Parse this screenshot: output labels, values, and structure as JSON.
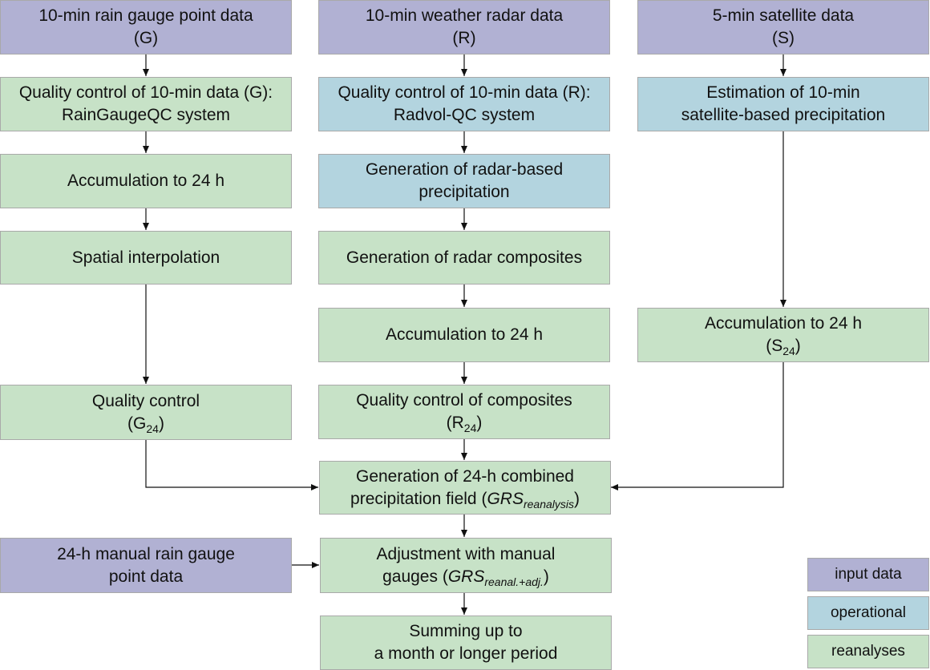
{
  "column_g": {
    "source": [
      "10-min rain gauge point data",
      "(G)"
    ],
    "qc": [
      "Quality control of 10-min data (G):",
      "RainGaugeQC system"
    ],
    "accum": "Accumulation to 24 h",
    "interp": "Spatial interpolation",
    "qc24": "Quality control",
    "qc24_var": "(G",
    "qc24_sub": "24",
    "qc24_close": ")"
  },
  "column_r": {
    "source": [
      "10-min weather radar data",
      "(R)"
    ],
    "qc": [
      "Quality control of 10-min data (R):",
      "Radvol-QC system"
    ],
    "gen_precip": [
      "Generation of radar-based",
      "precipitation"
    ],
    "composites": "Generation of radar composites",
    "accum": "Accumulation to 24 h",
    "qc_comp": "Quality control of composites",
    "qc_comp_var": "(R",
    "qc_comp_sub": "24",
    "qc_comp_close": ")"
  },
  "column_s": {
    "source": [
      "5-min satellite data",
      "(S)"
    ],
    "estimation": [
      "Estimation of 10-min",
      "satellite-based precipitation"
    ],
    "accum": "Accumulation to 24 h",
    "accum_var": "(S",
    "accum_sub": "24",
    "accum_close": ")"
  },
  "combined": {
    "line1": "Generation of 24-h combined",
    "line2_pre": "precipitation field (",
    "var": "GRS",
    "sub": "reanalysis",
    "close": ")"
  },
  "manual_input": [
    "24-h manual rain gauge",
    "point data"
  ],
  "adjustment": {
    "line1": "Adjustment with manual",
    "line2_pre": "gauges (",
    "var": "GRS",
    "sub": "reanal.+adj.",
    "close": ")"
  },
  "summing": [
    "Summing up to",
    "a month or longer period"
  ],
  "legend": {
    "input": "input data",
    "operational": "operational",
    "reanalyses": "reanalyses"
  },
  "colors": {
    "input": "#b1b1d3",
    "operational": "#b3d4df",
    "reanalyses": "#c7e2c7",
    "border": "#a9a9a9",
    "arrow": "#111111"
  }
}
